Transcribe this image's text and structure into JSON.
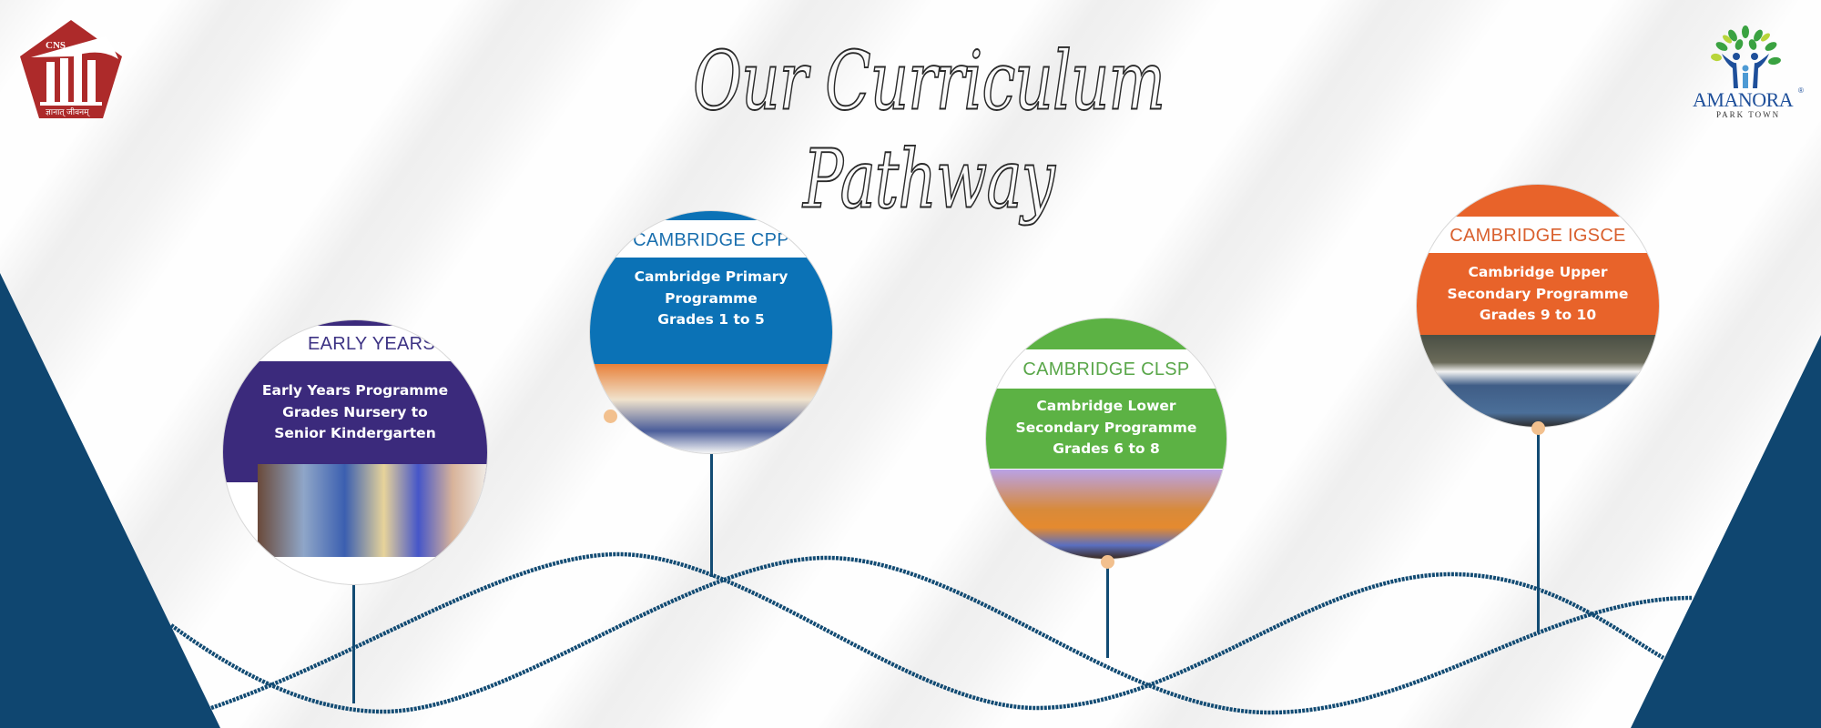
{
  "header": {
    "title": "Our Curriculum Pathway",
    "left_logo": {
      "initials": "CNS",
      "motto": "ज्ञानात् जीवनम्",
      "color": "#ad2a2a"
    },
    "right_logo": {
      "name": "AMANORA",
      "registered": "®",
      "subtitle": "PARK TOWN",
      "color": "#1e4f9a"
    }
  },
  "stages": [
    {
      "header": "EARLY YEARS",
      "lines": [
        "Early Years Programme",
        "Grades Nursery to",
        "Senior Kindergarten"
      ],
      "color": "#3b2a7c",
      "header_color": "#3d3384"
    },
    {
      "header": "CAMBRIDGE CPP",
      "lines": [
        "Cambridge Primary",
        "Programme",
        "Grades 1 to 5"
      ],
      "color": "#0b72b6",
      "header_color": "#1a6fae"
    },
    {
      "header": "CAMBRIDGE CLSP",
      "lines": [
        "Cambridge Lower",
        "Secondary Programme",
        "Grades 6 to 8"
      ],
      "color": "#5cb244",
      "header_color": "#5aa74a"
    },
    {
      "header": "CAMBRIDGE IGSCE",
      "lines": [
        "Cambridge Upper",
        "Secondary Programme",
        "Grades 9 to 10"
      ],
      "color": "#e8632a",
      "header_color": "#d9602e"
    }
  ],
  "colors": {
    "navy": "#0f4670",
    "rope": "#124b73",
    "dot": "#f2c08e"
  }
}
